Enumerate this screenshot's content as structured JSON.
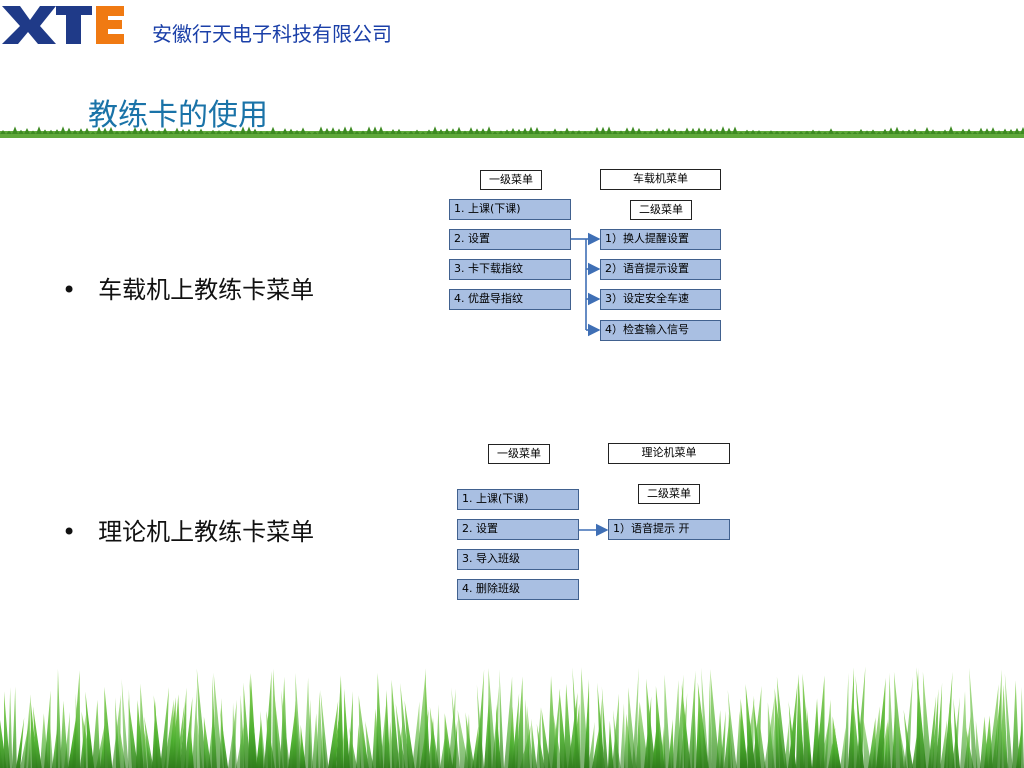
{
  "header": {
    "logo_text": "XTE",
    "company": "安徽行天电子科技有限公司",
    "title": "教练卡的使用"
  },
  "bullets": [
    {
      "symbol": "•",
      "text": "车载机上教练卡菜单"
    },
    {
      "symbol": "•",
      "text": "理论机上教练卡菜单"
    }
  ],
  "diagram1": {
    "level1_header": "一级菜单",
    "level1_items": [
      "1. 上课(下课)",
      "2. 设置",
      "3. 卡下载指纹",
      "4. 优盘导指纹"
    ],
    "device_header": "车载机菜单",
    "level2_header": "二级菜单",
    "level2_items": [
      "1）换人提醒设置",
      "2）语音提示设置",
      "3）设定安全车速",
      "4）检查输入信号"
    ]
  },
  "diagram2": {
    "level1_header": "一级菜单",
    "level1_items": [
      "1. 上课(下课)",
      "2. 设置",
      "3. 导入班级",
      "4. 删除班级"
    ],
    "device_header": "理论机菜单",
    "level2_header": "二级菜单",
    "level2_items": [
      "1）语音提示  开"
    ]
  },
  "colors": {
    "company": "#1a3fa8",
    "title": "#1a73a8",
    "box_fill": "#a9bfe2",
    "box_border": "#41618f",
    "arrow": "#3f6fb5",
    "grass": "#4caf2e"
  }
}
